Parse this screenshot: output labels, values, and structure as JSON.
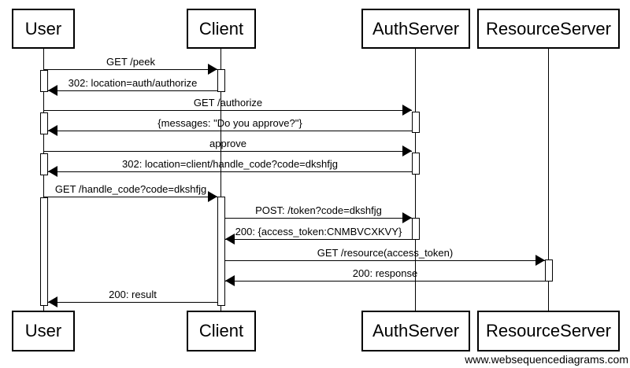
{
  "diagram_type": "sequence-diagram",
  "actors": [
    {
      "name": "User"
    },
    {
      "name": "Client"
    },
    {
      "name": "AuthServer"
    },
    {
      "name": "ResourceServer"
    }
  ],
  "messages": [
    {
      "from": "User",
      "to": "Client",
      "label": "GET /peek"
    },
    {
      "from": "Client",
      "to": "User",
      "label": "302: location=auth/authorize"
    },
    {
      "from": "User",
      "to": "AuthServer",
      "label": "GET /authorize"
    },
    {
      "from": "AuthServer",
      "to": "User",
      "label": "{messages: \"Do you approve?\"}"
    },
    {
      "from": "User",
      "to": "AuthServer",
      "label": "approve"
    },
    {
      "from": "AuthServer",
      "to": "User",
      "label": "302: location=client/handle_code?code=dkshfjg"
    },
    {
      "from": "User",
      "to": "Client",
      "label": "GET /handle_code?code=dkshfjg"
    },
    {
      "from": "Client",
      "to": "AuthServer",
      "label": "POST: /token?code=dkshfjg"
    },
    {
      "from": "AuthServer",
      "to": "Client",
      "label": "200: {access_token:CNMBVCXKVY}"
    },
    {
      "from": "Client",
      "to": "ResourceServer",
      "label": "GET /resource(access_token)"
    },
    {
      "from": "ResourceServer",
      "to": "Client",
      "label": "200: response"
    },
    {
      "from": "Client",
      "to": "User",
      "label": "200: result"
    }
  ],
  "watermark": "www.websequencediagrams.com",
  "colors": {
    "line": "#000000",
    "fill": "#ffffff",
    "background": "#ffffff",
    "text": "#000000"
  }
}
